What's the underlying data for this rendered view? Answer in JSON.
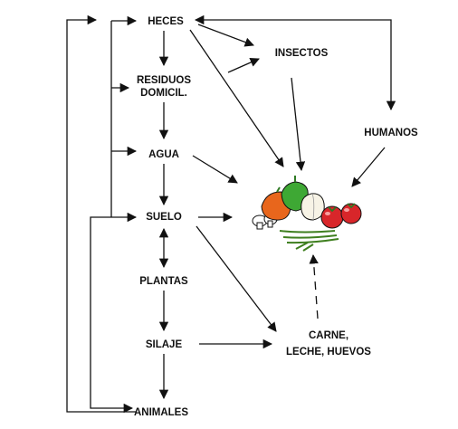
{
  "nodes": {
    "heces": "HECES",
    "residuos_line1": "RESIDUOS",
    "residuos_line2": "DOMICIL.",
    "agua": "AGUA",
    "suelo": "SUELO",
    "plantas": "PLANTAS",
    "silaje": "SILAJE",
    "animales": "ANIMALES",
    "insectos": "INSECTOS",
    "humanos": "HUMANOS",
    "productos_line1": "CARNE,",
    "productos_line2": "LECHE, HUEVOS"
  },
  "illustration": {
    "icon": "vegetables-icon",
    "items": [
      "mushrooms",
      "orange-pepper",
      "green-pepper",
      "garlic",
      "tomatoes",
      "green-onions"
    ]
  },
  "colors": {
    "line": "#111111",
    "pepper_orange": "#e8661c",
    "pepper_green": "#3ea834",
    "tomato_red": "#d8262a",
    "onion_green": "#6cbf3a"
  }
}
